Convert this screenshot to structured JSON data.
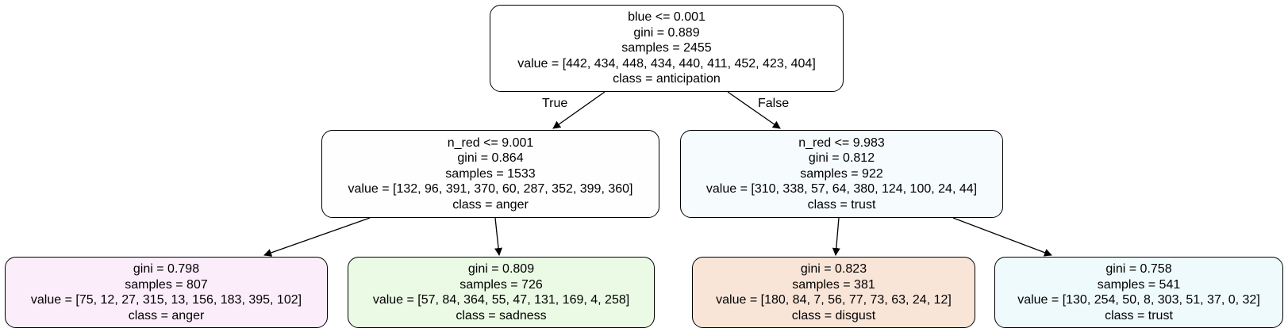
{
  "tree": {
    "root": {
      "split": "blue <= 0.001",
      "gini": "gini = 0.889",
      "samples": "samples = 2455",
      "value": "value = [442, 434, 448, 434, 440, 411, 452, 423, 404]",
      "class": "class = anticipation",
      "color": "#ffffff"
    },
    "left": {
      "split": "n_red <= 9.001",
      "gini": "gini = 0.864",
      "samples": "samples = 1533",
      "value": "value = [132, 96, 391, 370, 60, 287, 352, 399, 360]",
      "class": "class = anger",
      "color": "#fefefe"
    },
    "right": {
      "split": "n_red <= 9.983",
      "gini": "gini = 0.812",
      "samples": "samples = 922",
      "value": "value = [310, 338, 57, 64, 380, 124, 100, 24, 44]",
      "class": "class = trust",
      "color": "#f6fbfe"
    },
    "left_left": {
      "gini": "gini = 0.798",
      "samples": "samples = 807",
      "value": "value = [75, 12, 27, 315, 13, 156, 183, 395, 102]",
      "class": "class = anger",
      "color": "#fcedfa"
    },
    "left_right": {
      "gini": "gini = 0.809",
      "samples": "samples = 726",
      "value": "value = [57, 84, 364, 55, 47, 131, 169, 4, 258]",
      "class": "class = sadness",
      "color": "#eafae4"
    },
    "right_left": {
      "gini": "gini = 0.823",
      "samples": "samples = 381",
      "value": "value = [180, 84, 7, 56, 77, 73, 63, 24, 12]",
      "class": "class = disgust",
      "color": "#f9e5d8"
    },
    "right_right": {
      "gini": "gini = 0.758",
      "samples": "samples = 541",
      "value": "value = [130, 254, 50, 8, 303, 51, 37, 0, 32]",
      "class": "class = trust",
      "color": "#effafd"
    }
  },
  "edge_labels": {
    "true_label": "True",
    "false_label": "False"
  }
}
